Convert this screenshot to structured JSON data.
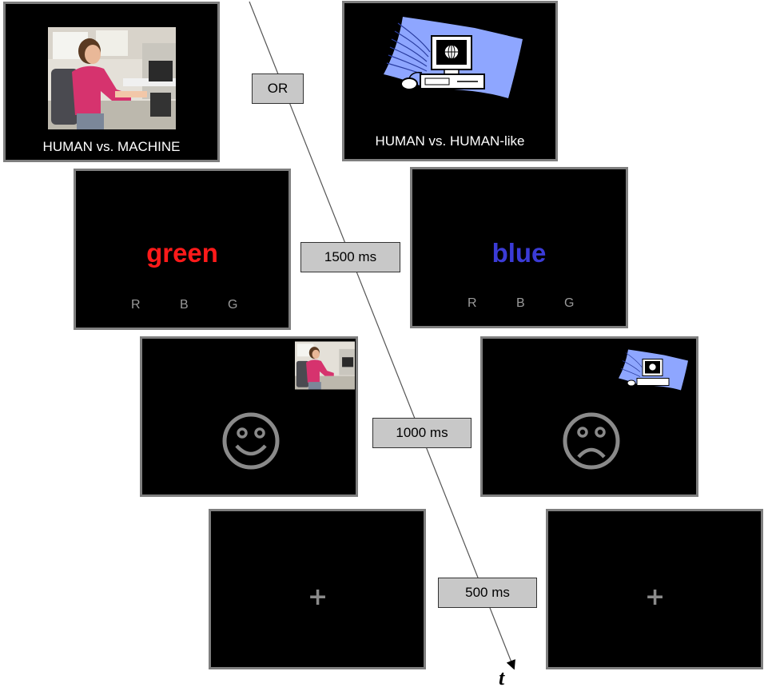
{
  "conditions": {
    "left_caption": "HUMAN vs. MACHINE",
    "right_caption": "HUMAN vs. HUMAN-like",
    "separator": "OR"
  },
  "stroop": {
    "left_word": "green",
    "left_word_color": "#ff1a1a",
    "right_word": "blue",
    "right_word_color": "#3b3bd6",
    "keys": [
      "R",
      "B",
      "G"
    ],
    "duration": "1500 ms"
  },
  "feedback": {
    "left_icon": "smiley-icon",
    "right_icon": "frowny-icon",
    "duration": "1000 ms"
  },
  "fixation": {
    "symbol": "+",
    "duration": "500 ms"
  },
  "timeline": {
    "axis_label": "t"
  }
}
